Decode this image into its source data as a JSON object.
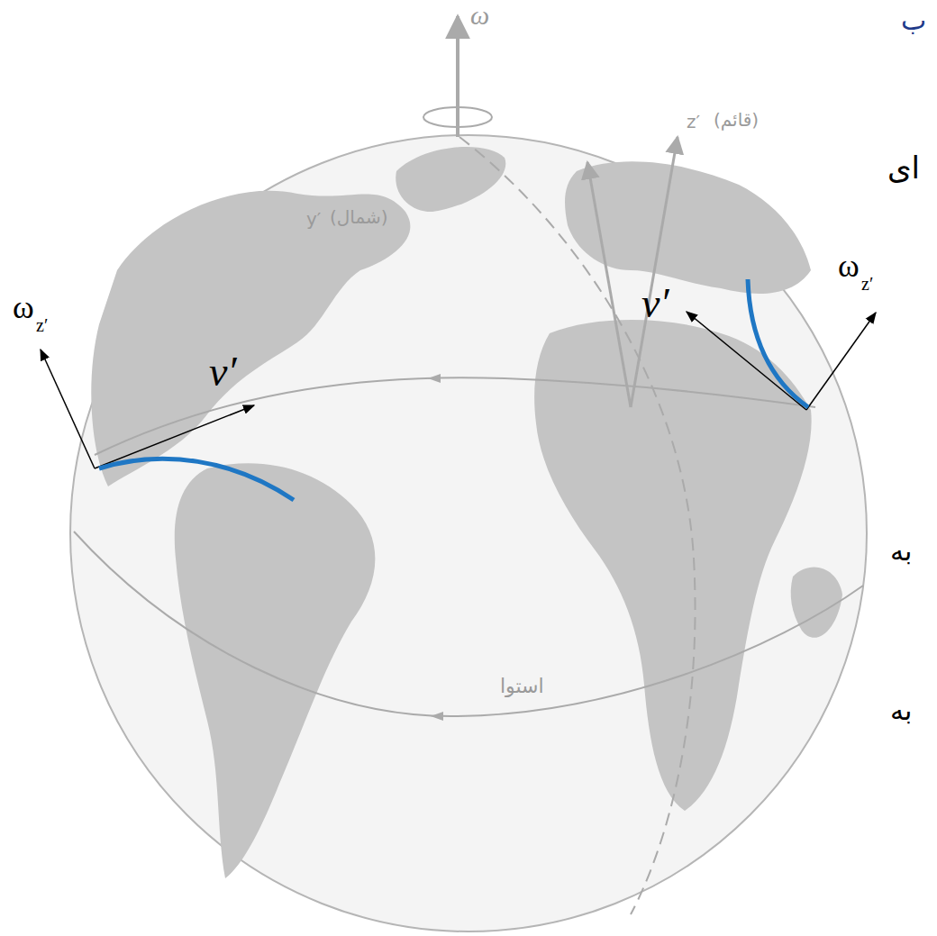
{
  "diagram": {
    "labels": [
      "ω",
      "z′",
      "(قائم)",
      "y′",
      "(شمال)",
      "استوا",
      "ω",
      "z′",
      "v′",
      "ω",
      "z′",
      "v′",
      "ای",
      "به",
      "به",
      "ب"
    ]
  }
}
